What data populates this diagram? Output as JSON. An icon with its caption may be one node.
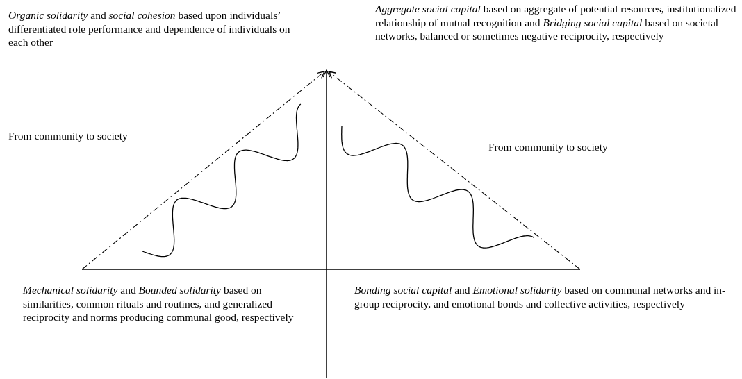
{
  "diagram": {
    "labels": [
      "*Organic solidarity* and *social cohesion* based upon individuals’ differentiated role performance and dependence of individuals on each other",
      "*Aggregate social capital* based on aggregate of potential resources, institutionalized relationship of mutual recognition and *Bridging social capital* based on societal networks, balanced or sometimes negative reciprocity, respectively",
      "From community to society",
      "From community to society",
      "*Mechanical solidarity* and *Bounded solidarity* based on similarities, common rituals and routines, and generalized reciprocity and norms producing communal good, respectively",
      "*Bonding social capital* and *Emotional solidarity* based on communal networks and in-group reciprocity, and emotional bonds and collective activities, respectively"
    ]
  }
}
